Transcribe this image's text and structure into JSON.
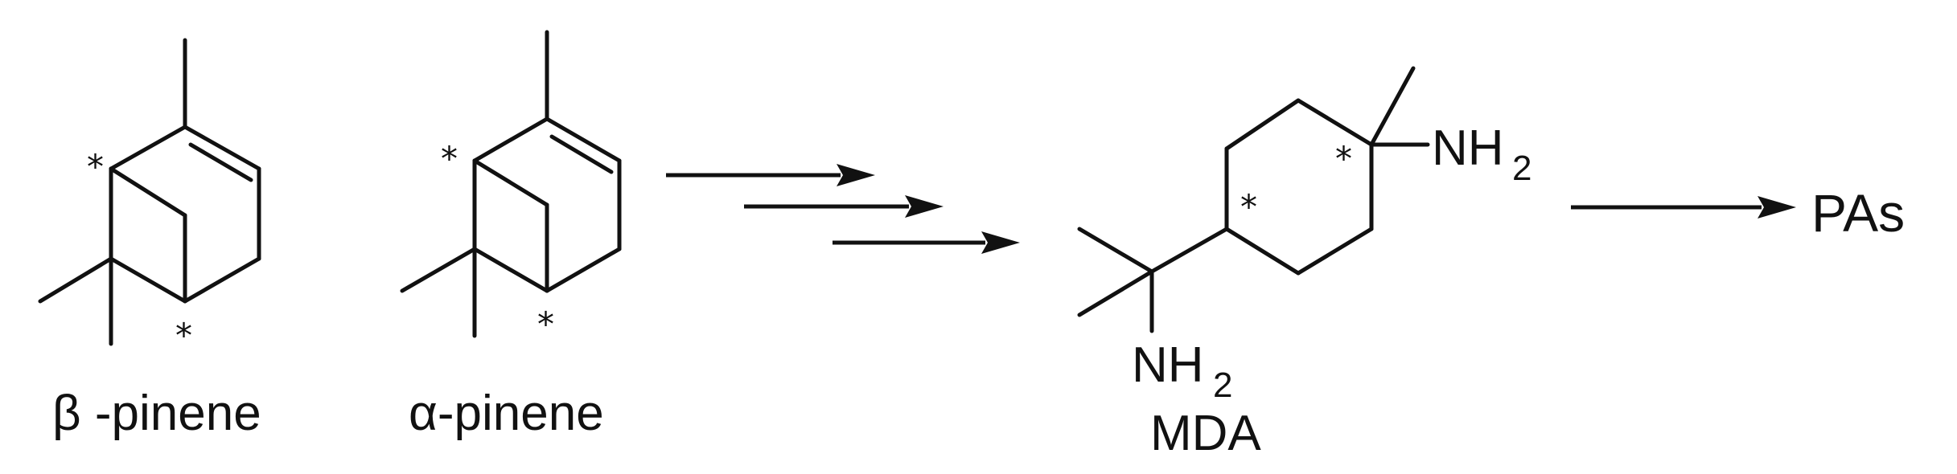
{
  "compounds": {
    "beta_pinene": {
      "name": "β -pinene"
    },
    "alpha_pinene": {
      "name": "α-pinene"
    },
    "mda": {
      "name": "MDA",
      "amine_top": "NH",
      "amine_top_sub": "2",
      "amine_bottom": "NH",
      "amine_bottom_sub": "2"
    },
    "product": {
      "name": "PAs"
    }
  },
  "stereocenter_marker": "*",
  "colors": {
    "ink": "#111111",
    "background": "#ffffff"
  }
}
